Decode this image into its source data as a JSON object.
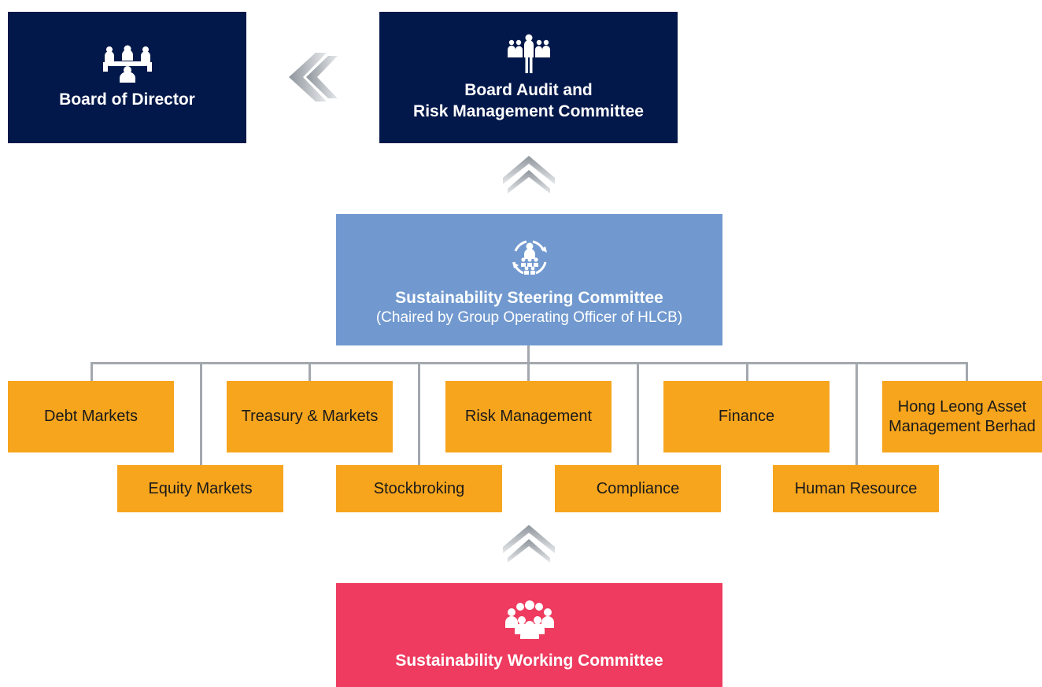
{
  "top": {
    "board": {
      "title": "Board of Director",
      "icon": "meeting-table-icon"
    },
    "audit": {
      "title_line1": "Board Audit and",
      "title_line2": "Risk Management Committee",
      "icon": "leader-team-icon"
    }
  },
  "steering": {
    "title": "Sustainability Steering Committee",
    "subtitle": "(Chaired by Group Operating Officer of HLCB)",
    "icon": "cycle-team-icon"
  },
  "departments_top": [
    {
      "label": "Debt Markets"
    },
    {
      "label": "Treasury & Markets"
    },
    {
      "label": "Risk Management"
    },
    {
      "label": "Finance"
    },
    {
      "label_line1": "Hong Leong Asset",
      "label_line2": "Management Berhad"
    }
  ],
  "departments_bottom": [
    {
      "label": "Equity Markets"
    },
    {
      "label": "Stockbroking"
    },
    {
      "label": "Compliance"
    },
    {
      "label": "Human Resource"
    }
  ],
  "working": {
    "title": "Sustainability Working Committee",
    "icon": "group-icon"
  },
  "colors": {
    "navy": "#03184a",
    "steering_blue": "#7199cf",
    "department_orange": "#f7a51d",
    "working_pink": "#ee3b5f",
    "connector_gray": "#a3a8ae"
  }
}
